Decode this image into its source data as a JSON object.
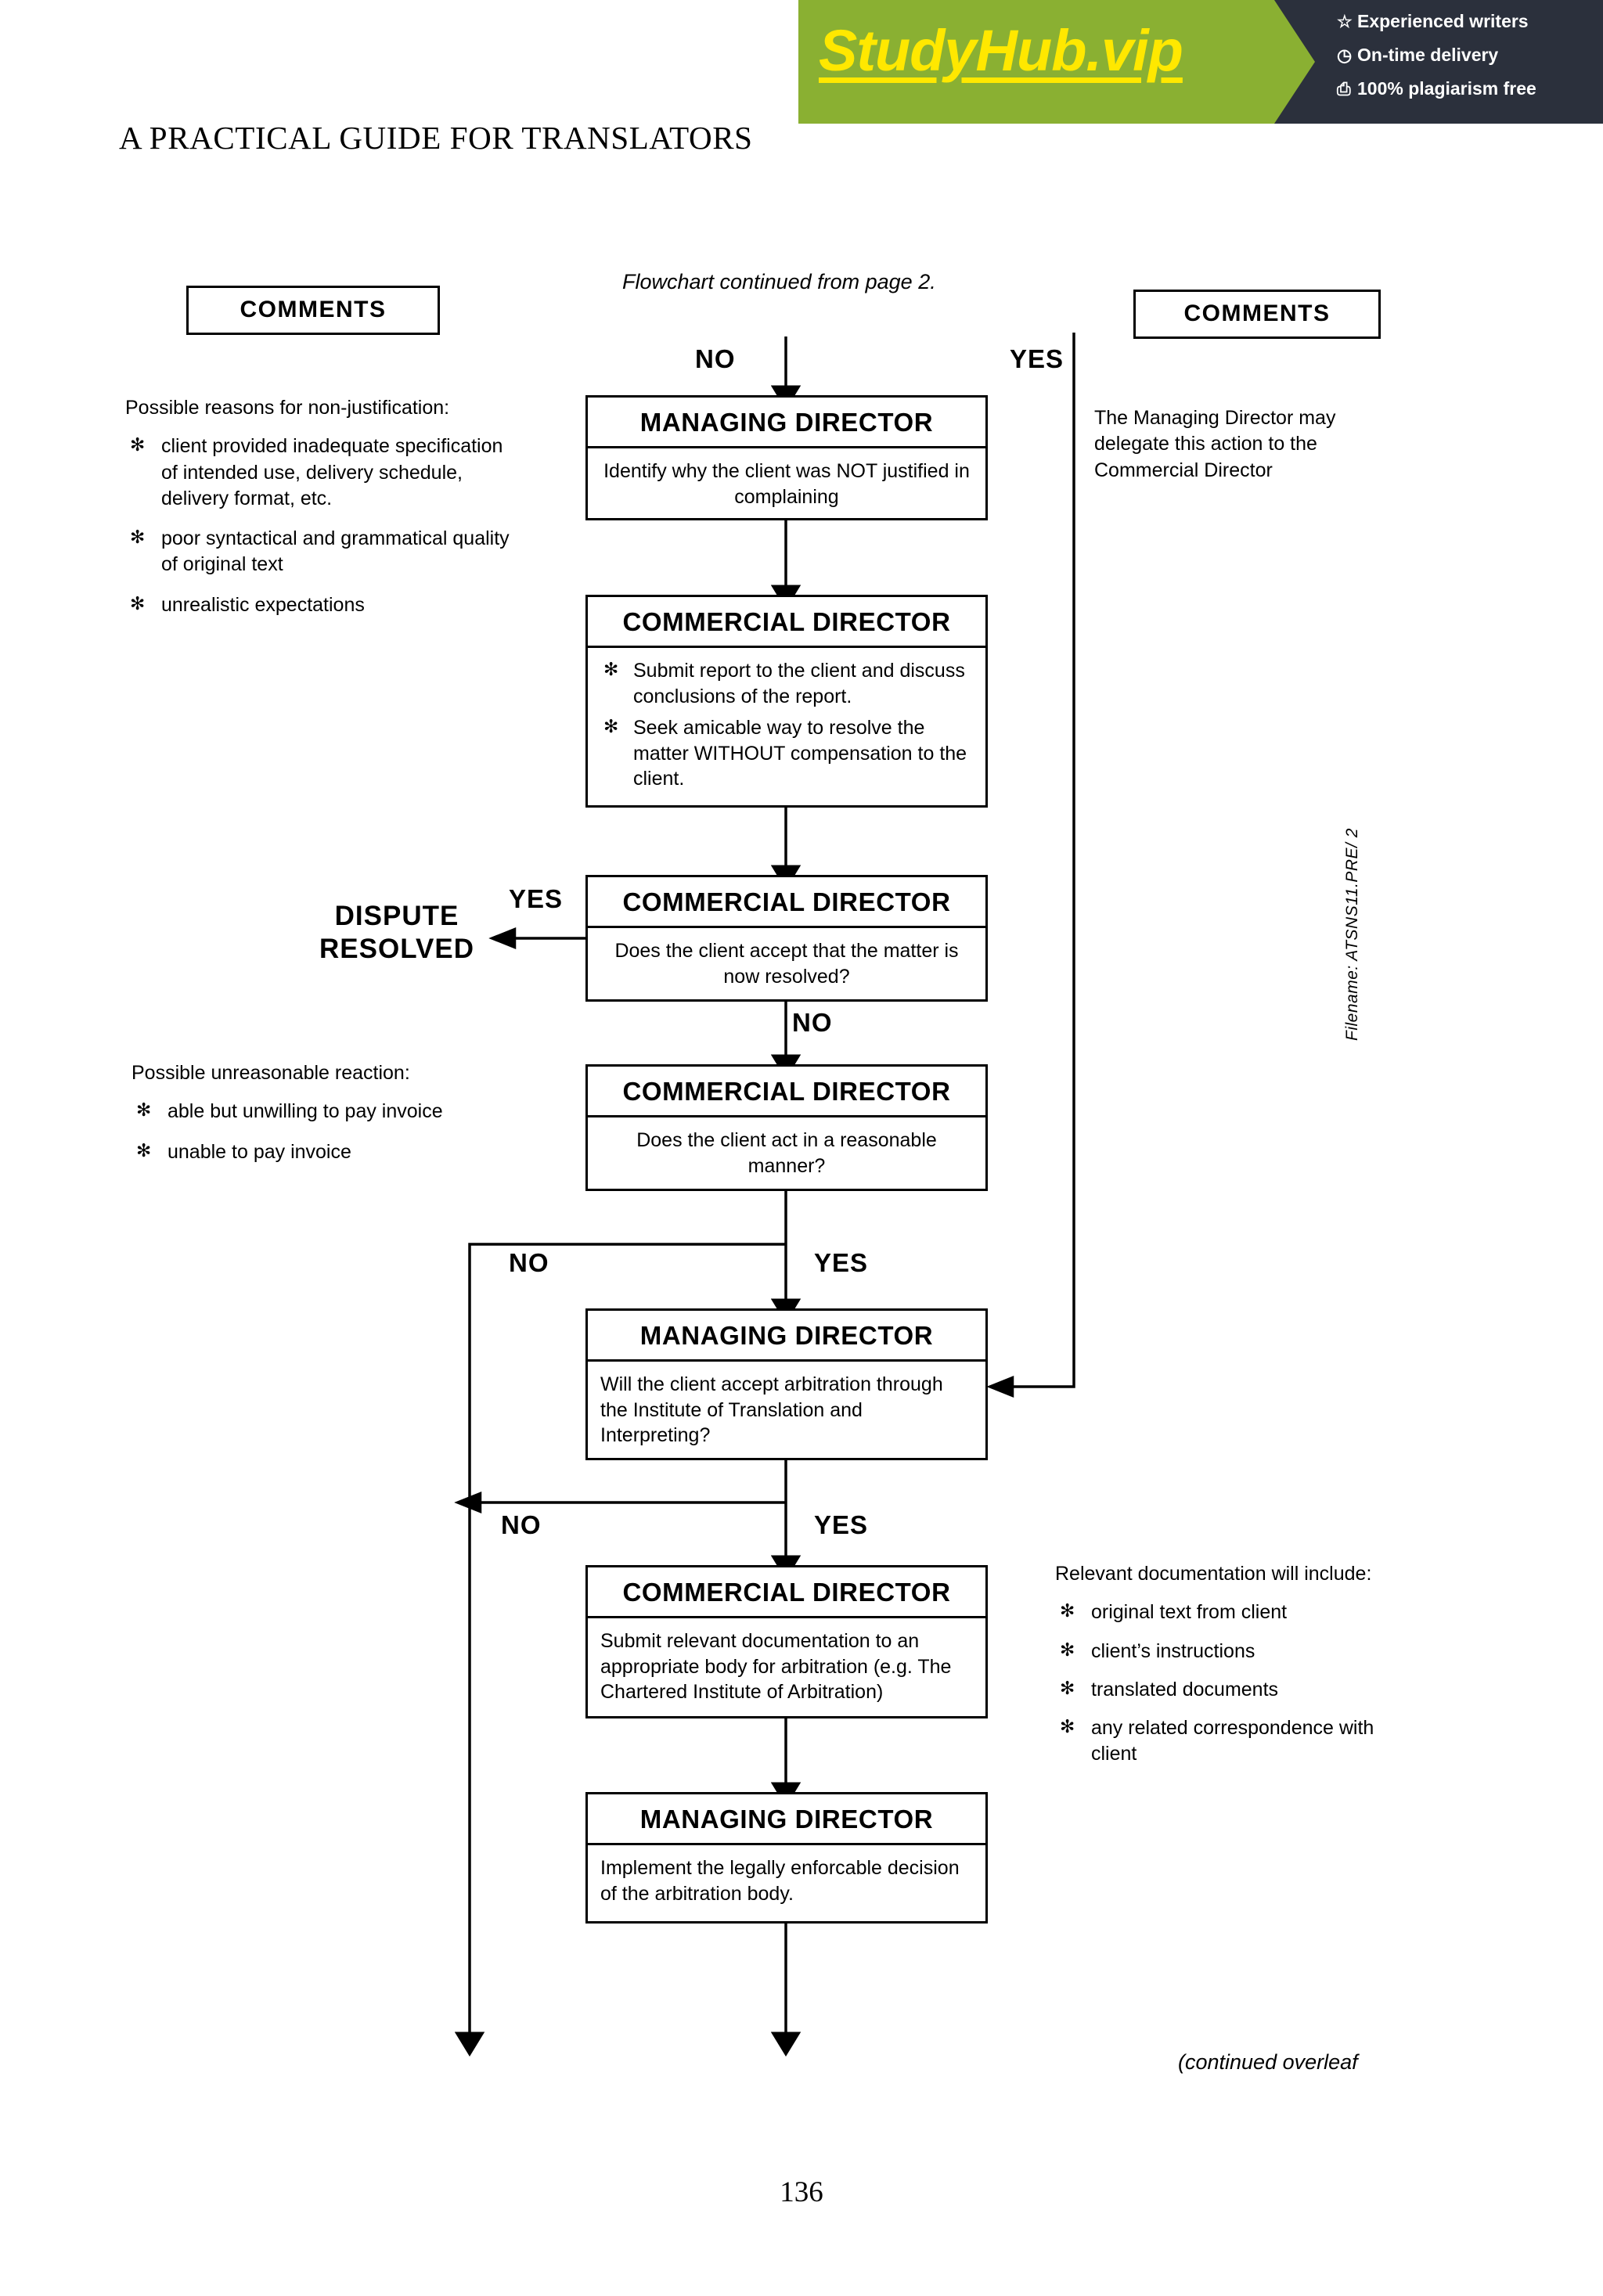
{
  "watermark": {
    "logo": "StudyHub.vip",
    "features": [
      {
        "icon": "star-icon",
        "glyph": "☆",
        "text": "Experienced writers"
      },
      {
        "icon": "clock-icon",
        "glyph": "◷",
        "text": "On-time delivery"
      },
      {
        "icon": "document-icon",
        "glyph": "⎙",
        "text": "100% plagiarism free"
      }
    ],
    "colors": {
      "green": "#8ab032",
      "dark": "#2b303c",
      "yellow": "#ffe800"
    }
  },
  "page": {
    "running_head": "A PRACTICAL GUIDE FOR TRANSLATORS",
    "folio": "136",
    "continued_overleaf": "(continued overleaf",
    "filename": "Filename: ATSNS11.PRE/ 2",
    "flow_caption": "Flowchart continued from page 2."
  },
  "headers": {
    "comments_left": "COMMENTS",
    "comments_right": "COMMENTS"
  },
  "bullet_glyph": "✻",
  "notes": {
    "non_justification": {
      "title": "Possible reasons for non-justification:",
      "items": [
        "client provided inadequate specification of intended use, delivery schedule, delivery format, etc.",
        "poor syntactical and grammatical quality of original text",
        "unrealistic expectations"
      ]
    },
    "unreasonable": {
      "title": "Possible unreasonable reaction:",
      "items": [
        "able but unwilling to pay invoice",
        "unable to pay invoice"
      ]
    },
    "delegate": {
      "text": "The Managing Director may delegate this action to the Commercial Director"
    },
    "relevant_documentation": {
      "title": "Relevant documentation will include:",
      "items": [
        "original text from client",
        "client’s instructions",
        "translated documents",
        "any related correspondence with client"
      ]
    }
  },
  "flowchart": {
    "type": "flowchart",
    "boxes": [
      {
        "id": "md-identify",
        "title": "MANAGING DIRECTOR",
        "align": "center",
        "body": "Identify why the client was NOT justified in complaining"
      },
      {
        "id": "cd-report",
        "title": "COMMERCIAL DIRECTOR",
        "align": "left",
        "items": [
          "Submit report to the client and discuss conclusions of the report.",
          "Seek amicable way to resolve the matter WITHOUT compensation to the client."
        ]
      },
      {
        "id": "cd-resolved",
        "title": "COMMERCIAL DIRECTOR",
        "align": "center",
        "body": "Does the client accept that the matter is now resolved?"
      },
      {
        "id": "cd-reasonable",
        "title": "COMMERCIAL DIRECTOR",
        "align": "center",
        "body": "Does the client act in a reasonable manner?"
      },
      {
        "id": "md-arbitration",
        "title": "MANAGING DIRECTOR",
        "align": "left",
        "body": "Will the client accept arbitration through the Institute of Translation and Interpreting?"
      },
      {
        "id": "cd-submit",
        "title": "COMMERCIAL DIRECTOR",
        "align": "left",
        "body": "Submit relevant documentation to an appropriate body for arbitration (e.g. The Chartered Institute of Arbitration)"
      },
      {
        "id": "md-implement",
        "title": "MANAGING DIRECTOR",
        "align": "left",
        "body": "Implement  the legally enforcable decision of the arbitration body."
      }
    ],
    "terminal": "DISPUTE RESOLVED",
    "branch_labels": {
      "no_top": "NO",
      "yes_top": "YES",
      "yes_resolved": "YES",
      "no_resolved": "NO",
      "no_reasonable": "NO",
      "yes_reasonable": "YES",
      "no_arbitration": "NO",
      "yes_arbitration": "YES"
    }
  }
}
